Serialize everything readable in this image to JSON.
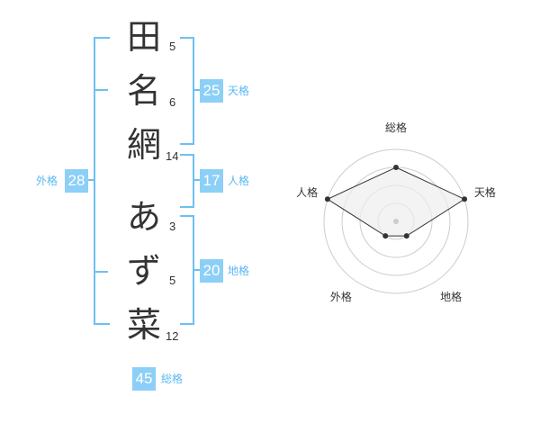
{
  "name": {
    "characters": [
      {
        "char": "田",
        "strokes": "5"
      },
      {
        "char": "名",
        "strokes": "6"
      },
      {
        "char": "網",
        "strokes": "14"
      },
      {
        "char": "あ",
        "strokes": "3"
      },
      {
        "char": "ず",
        "strokes": "5"
      },
      {
        "char": "菜",
        "strokes": "12"
      }
    ]
  },
  "fortune": {
    "tenkaku": {
      "value": "25",
      "label": "天格"
    },
    "jinkaku": {
      "value": "17",
      "label": "人格"
    },
    "chikaku": {
      "value": "20",
      "label": "地格"
    },
    "gaikaku": {
      "value": "28",
      "label": "外格"
    },
    "soukaku": {
      "value": "45",
      "label": "総格"
    }
  },
  "chart_data": {
    "type": "radar",
    "axes": [
      "総格",
      "天格",
      "地格",
      "外格",
      "人格"
    ],
    "values": [
      3,
      4,
      1,
      1,
      4
    ],
    "max": 5,
    "grid": true,
    "colors": {
      "fill": "#eeeeee",
      "line": "#333333",
      "grid": "#cccccc",
      "center": "#cccccc"
    }
  },
  "colors": {
    "accent": "#8ccff7",
    "bracket": "#6ec0f2"
  }
}
